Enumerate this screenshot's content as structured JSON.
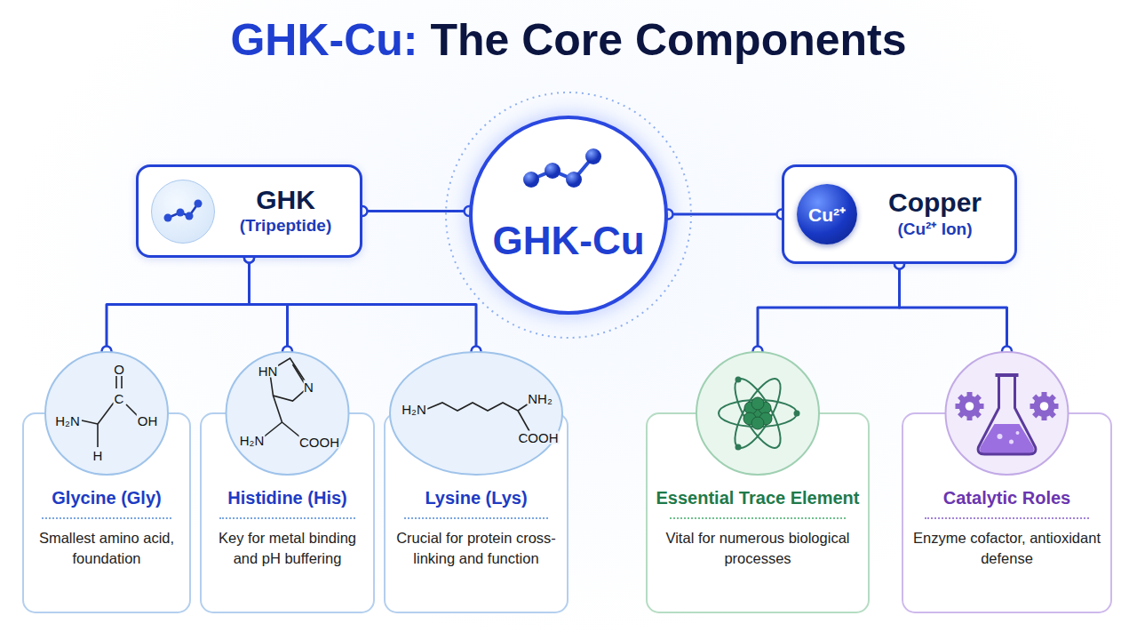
{
  "diagram": {
    "title": "GHK-Cu: The Core Components",
    "nodes": [
      {
        "text": [
          "GHK",
          "(Tripeptide)"
        ]
      },
      {
        "text": [
          "GHK-Cu"
        ]
      },
      {
        "text": [
          "Cu²⁺",
          "Copper",
          "(Cu²⁺ Ion)"
        ]
      },
      {
        "text": [
          "Glycine (Gly)",
          "Smallest amino acid, foundation"
        ]
      },
      {
        "text": [
          "Histidine (His)",
          "Key for metal binding and pH buffering"
        ]
      },
      {
        "text": [
          "Lysine (Lys)",
          "Crucial for protein cross-linking and function"
        ]
      },
      {
        "text": [
          "Essential Trace Element",
          "Vital for numerous biological processes"
        ]
      },
      {
        "text": [
          "Catalytic Roles",
          "Enzyme cofactor, antioxidant defense"
        ]
      }
    ],
    "edges": [
      {
        "from": 0,
        "to": 1,
        "arrow": "none"
      },
      {
        "from": 1,
        "to": 2,
        "arrow": "none"
      },
      {
        "from": 0,
        "to": 3,
        "arrow": "none"
      },
      {
        "from": 0,
        "to": 4,
        "arrow": "none"
      },
      {
        "from": 0,
        "to": 5,
        "arrow": "none"
      },
      {
        "from": 2,
        "to": 6,
        "arrow": "none"
      },
      {
        "from": 2,
        "to": 7,
        "arrow": "none"
      }
    ],
    "labels": [
      "O",
      "C",
      "H₂N",
      "OH",
      "H",
      "HN",
      "N",
      "H₂N",
      "COOH",
      "H₂N",
      "NH₂",
      "COOH"
    ]
  }
}
